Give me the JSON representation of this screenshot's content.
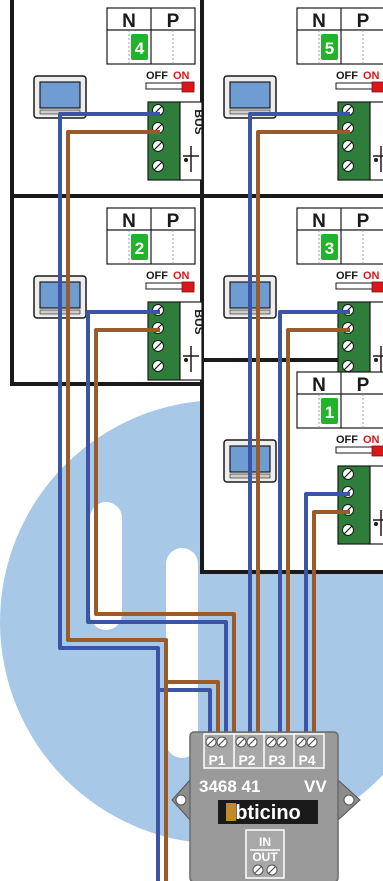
{
  "diagram": {
    "colors": {
      "bus_blue": "#3a55a6",
      "bus_brown": "#9a5a2a",
      "terminal_green": "#2f7d3a",
      "address_green": "#22b32a",
      "switch_red": "#d81818",
      "background_circle": "#a8c8e8",
      "device_gray": "#9a9a9a",
      "frame": "#1a1a1a"
    },
    "configurator_headers": {
      "n": "N",
      "p": "P"
    },
    "switch_labels": {
      "off": "OFF",
      "on": "ON"
    },
    "terminal_labels": {
      "bus": "BUS",
      "doorbell_icon": "doorbell-push-icon"
    },
    "apartments": [
      {
        "id": "top-left",
        "n_value": "4"
      },
      {
        "id": "top-right",
        "n_value": "5"
      },
      {
        "id": "middle-left",
        "n_value": "2"
      },
      {
        "id": "middle-right",
        "n_value": "3"
      },
      {
        "id": "bottom-right",
        "n_value": "1"
      }
    ],
    "distributor": {
      "model": "3468 41",
      "suffix": "VV",
      "brand": "bticino",
      "ports": [
        "P1",
        "P2",
        "P3",
        "P4"
      ],
      "input_label": "IN",
      "output_label": "OUT"
    }
  }
}
